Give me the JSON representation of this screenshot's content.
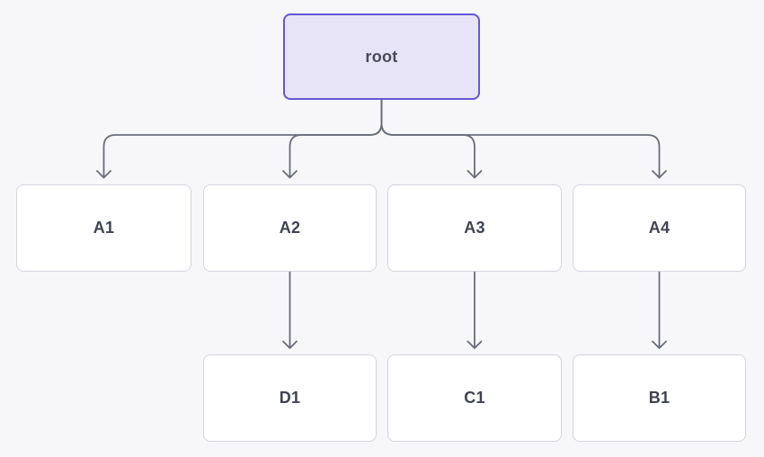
{
  "diagram": {
    "type": "tree",
    "orientation": "top-down",
    "background": "#f7f7f9"
  },
  "colors": {
    "edge": "#696c7a",
    "root_fill": "#e8e4f7",
    "root_border": "#6557d6",
    "node_fill": "#ffffff",
    "node_border": "#d4d4de",
    "label": "#3f4350"
  },
  "nodes": {
    "root": {
      "label": "root"
    },
    "a1": {
      "label": "A1"
    },
    "a2": {
      "label": "A2"
    },
    "a3": {
      "label": "A3"
    },
    "a4": {
      "label": "A4"
    },
    "d1": {
      "label": "D1"
    },
    "c1": {
      "label": "C1"
    },
    "b1": {
      "label": "B1"
    }
  },
  "edges": [
    {
      "from": "root",
      "to": "A1"
    },
    {
      "from": "root",
      "to": "A2"
    },
    {
      "from": "root",
      "to": "A3"
    },
    {
      "from": "root",
      "to": "A4"
    },
    {
      "from": "A2",
      "to": "D1"
    },
    {
      "from": "A3",
      "to": "C1"
    },
    {
      "from": "A4",
      "to": "B1"
    }
  ]
}
